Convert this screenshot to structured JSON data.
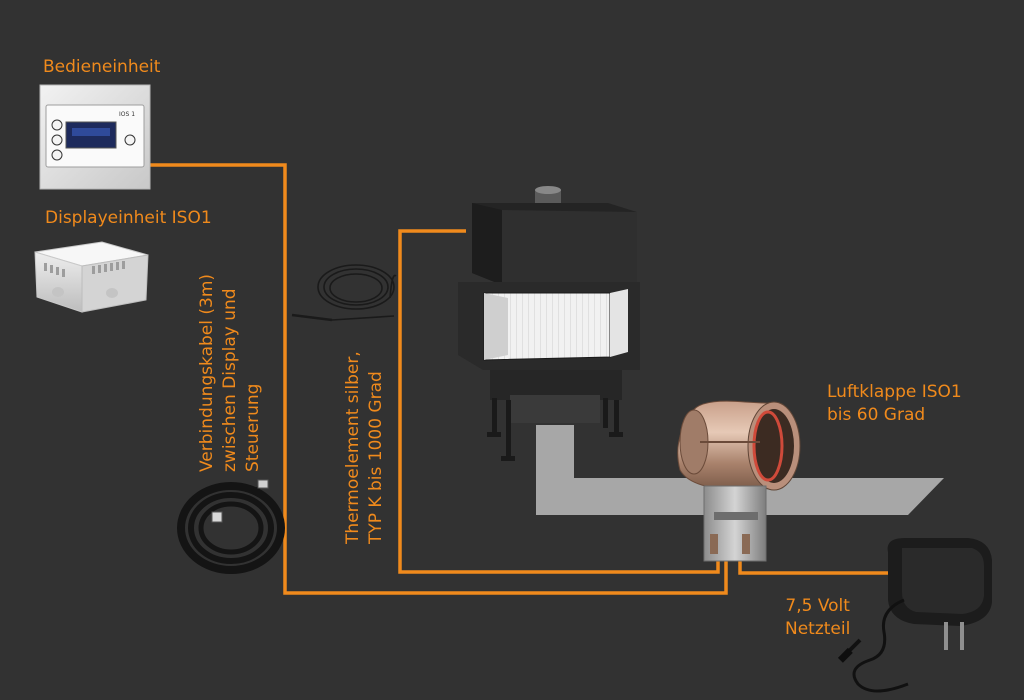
{
  "labels": {
    "control_unit": "Bedieneinheit",
    "display_unit": "Displayeinheit ISO1",
    "cable_line1": "Verbindungskabel (3m)",
    "cable_line2": "zwischen Display und",
    "cable_line3": "Steuerung",
    "thermo_line1": "Thermoelement silber,",
    "thermo_line2": "TYP K bis 1000 Grad",
    "damper_line1": "Luftklappe ISO1",
    "damper_line2": "bis 60 Grad",
    "power_line1": "7,5 Volt",
    "power_line2": "Netzteil",
    "panel_brand": "IOS 1"
  },
  "colors": {
    "background": "#323232",
    "accent_orange": "#f08a1c",
    "duct_gray": "#a7a7a7"
  }
}
